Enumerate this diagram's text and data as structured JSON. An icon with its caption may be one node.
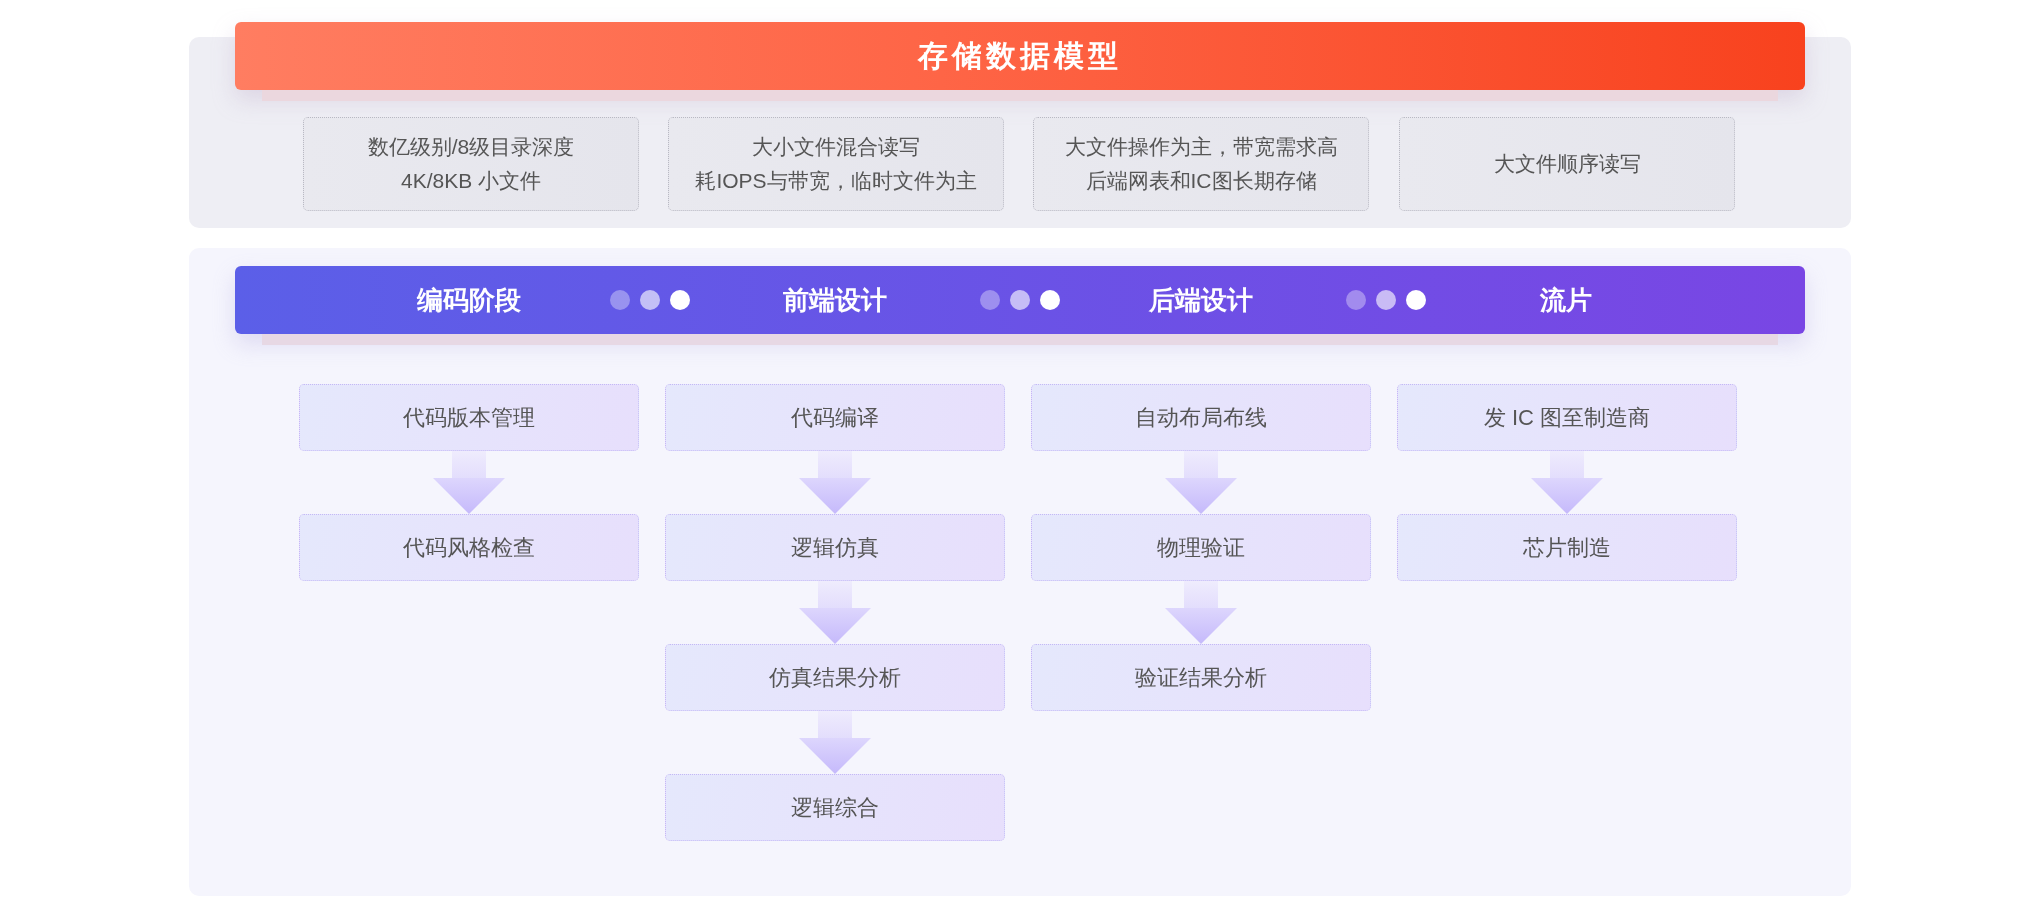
{
  "diagram": {
    "nodes": [
      {
        "text": [
          "存储数据模型"
        ]
      },
      {
        "text": [
          "数亿级别/8级目录深度",
          "4K/8KB 小文件"
        ]
      },
      {
        "text": [
          "大小文件混合读写",
          "耗IOPS与带宽，临时文件为主"
        ]
      },
      {
        "text": [
          "大文件操作为主，带宽需求高",
          "后端网表和IC图长期存储"
        ]
      },
      {
        "text": [
          "大文件顺序读写"
        ]
      },
      {
        "text": [
          "编码阶段",
          "前端设计",
          "后端设计",
          "流片"
        ]
      },
      {
        "text": [
          "代码版本管理"
        ]
      },
      {
        "text": [
          "代码风格检查"
        ]
      },
      {
        "text": [
          "代码编译"
        ]
      },
      {
        "text": [
          "逻辑仿真"
        ]
      },
      {
        "text": [
          "仿真结果分析"
        ]
      },
      {
        "text": [
          "逻辑综合"
        ]
      },
      {
        "text": [
          "自动布局布线"
        ]
      },
      {
        "text": [
          "物理验证"
        ]
      },
      {
        "text": [
          "验证结果分析"
        ]
      },
      {
        "text": [
          "发 IC 图至制造商"
        ]
      },
      {
        "text": [
          "芯片制造"
        ]
      }
    ],
    "edges": [
      {
        "from": 6,
        "to": 7,
        "arrow": "to"
      },
      {
        "from": 8,
        "to": 9,
        "arrow": "to"
      },
      {
        "from": 9,
        "to": 10,
        "arrow": "to"
      },
      {
        "from": 10,
        "to": 11,
        "arrow": "to"
      },
      {
        "from": 12,
        "to": 13,
        "arrow": "to"
      },
      {
        "from": 13,
        "to": 14,
        "arrow": "to"
      },
      {
        "from": 15,
        "to": 16,
        "arrow": "to"
      }
    ]
  }
}
